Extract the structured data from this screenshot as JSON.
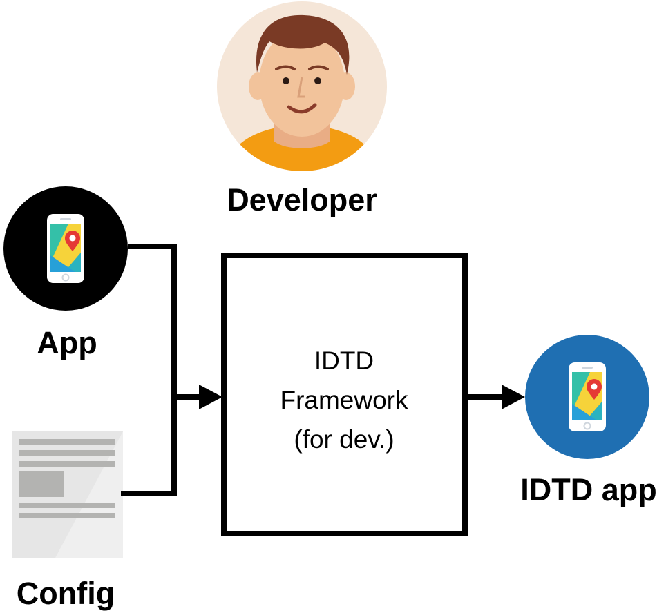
{
  "developer": {
    "label": "Developer",
    "icon": "developer-avatar-icon"
  },
  "app": {
    "label": "App",
    "icon": "phone-map-icon"
  },
  "config": {
    "label": "Config",
    "icon": "document-icon"
  },
  "framework": {
    "lines": [
      "IDTD",
      "Framework",
      "(for dev.)"
    ]
  },
  "output": {
    "label": "IDTD app",
    "icon": "phone-map-icon"
  },
  "colors": {
    "line": "#000000",
    "app_circle": "#000000",
    "output_circle": "#1f6fb2",
    "avatar_bg": "#f5e6d8",
    "shirt": "#f39c12",
    "skin": "#f2c39b",
    "hair": "#7a3a25"
  }
}
